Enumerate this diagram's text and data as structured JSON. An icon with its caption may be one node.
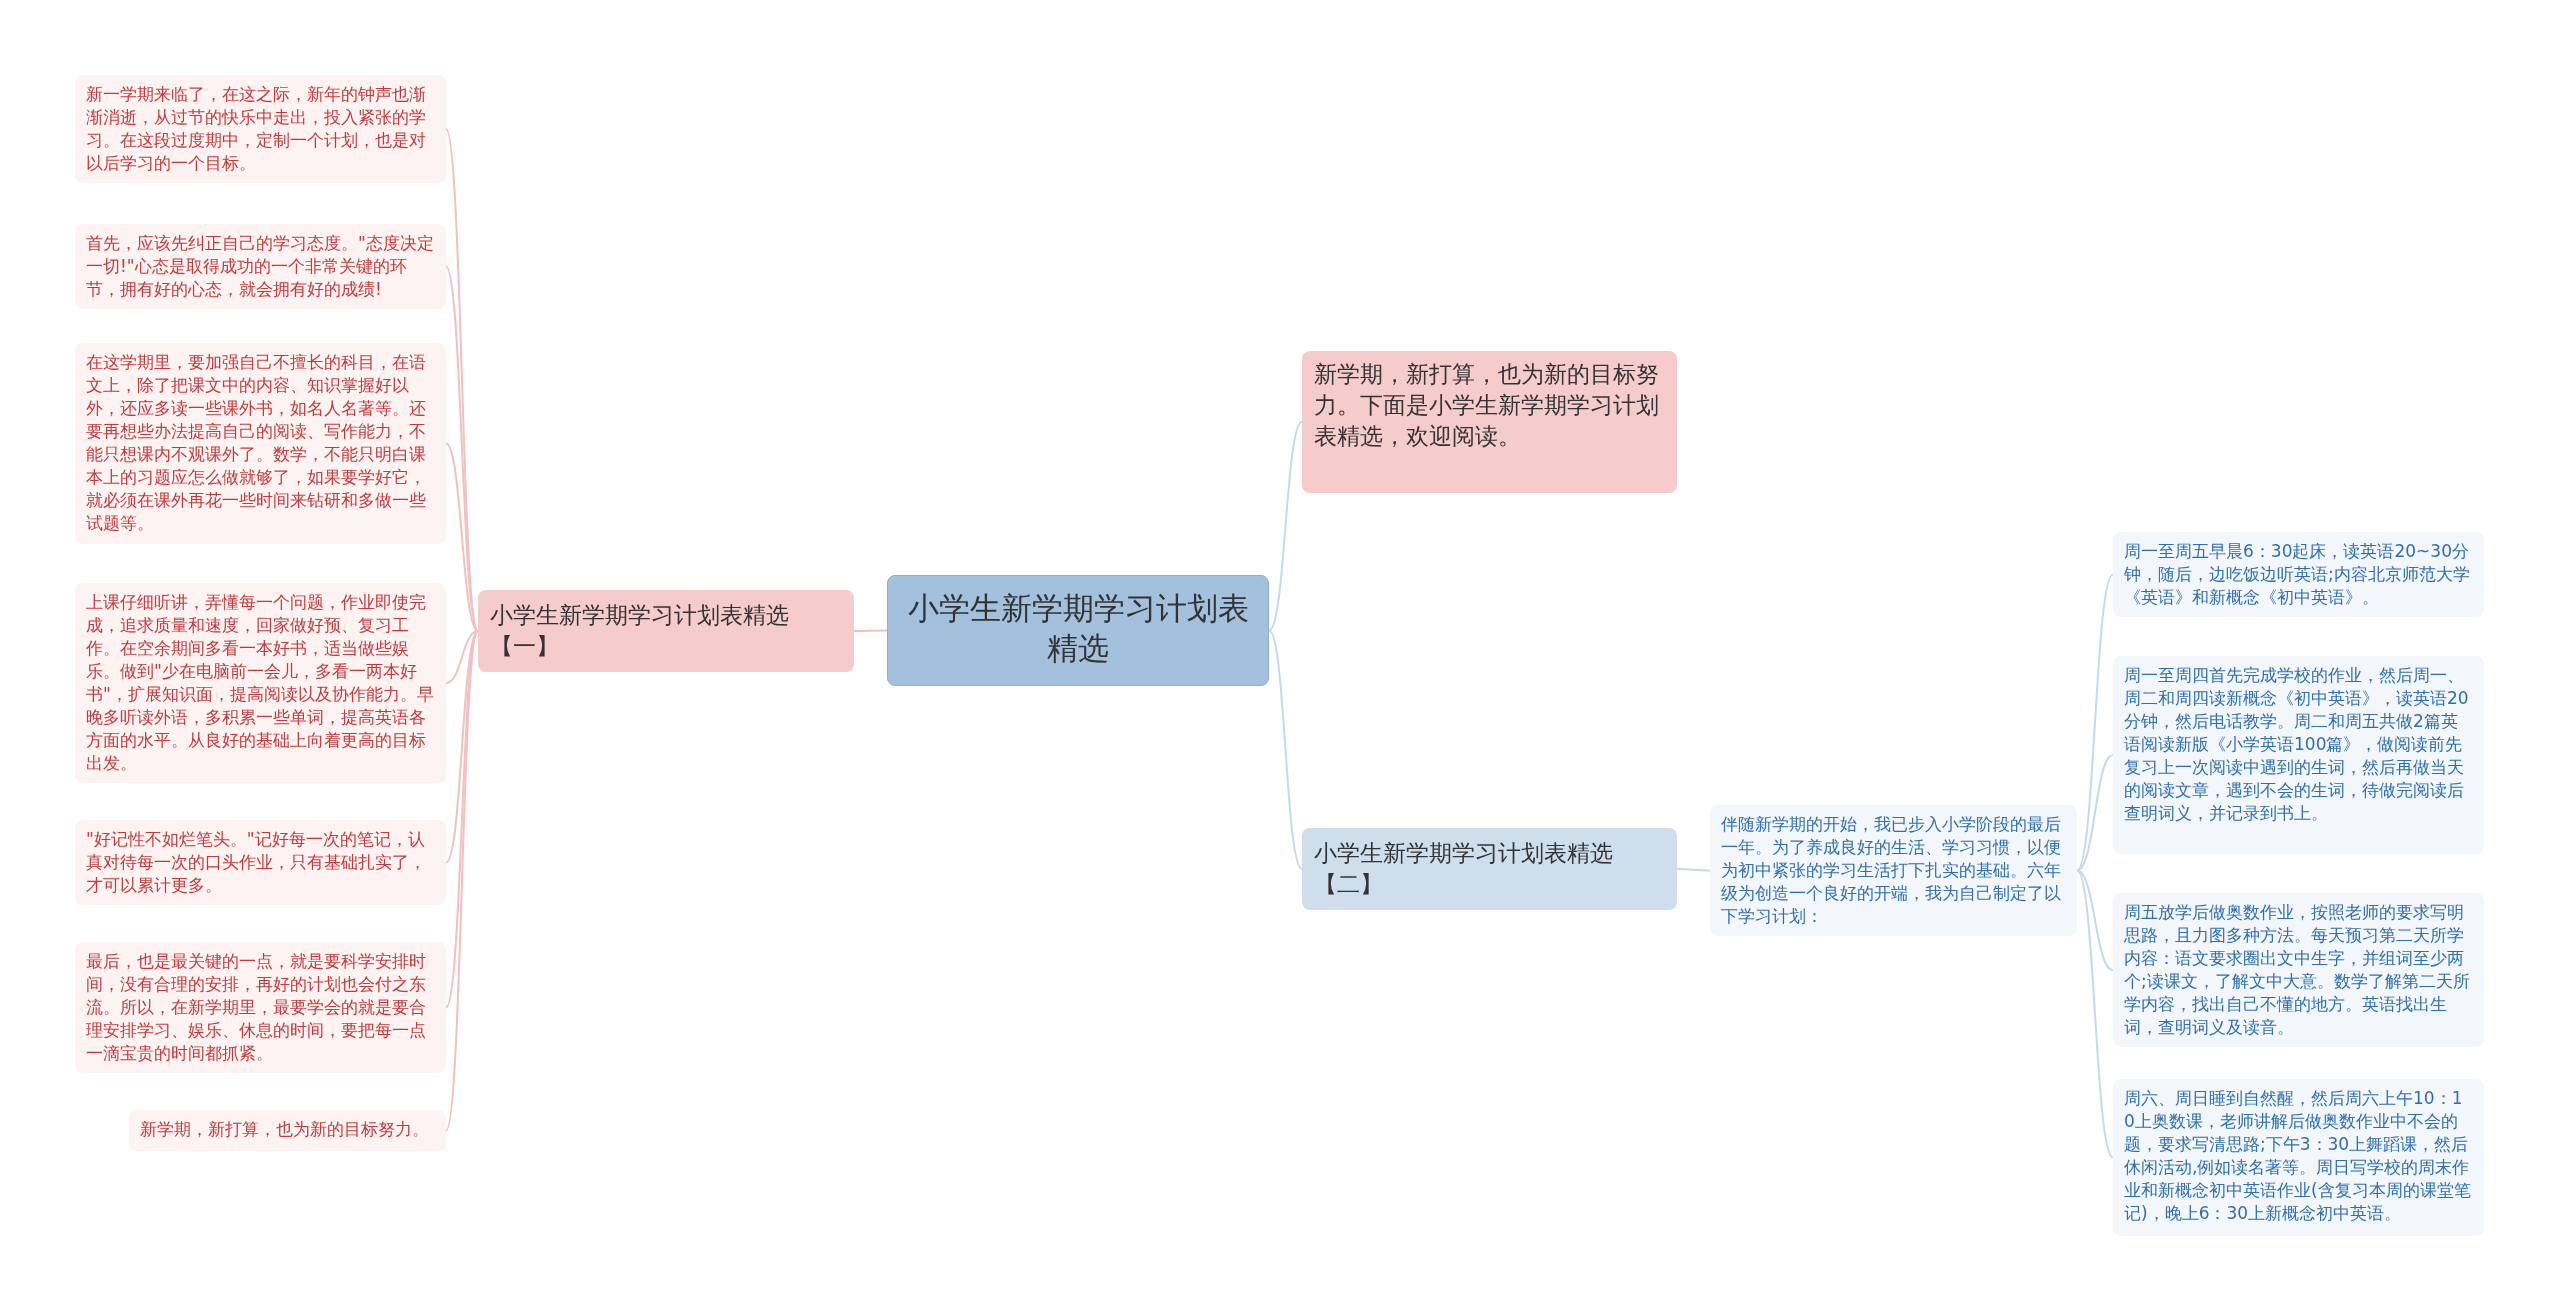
{
  "diagram": {
    "nodes": [
      {
        "text": [
          "小学生新学期学习计划表精选"
        ]
      },
      {
        "text": [
          "小学生新学期学习计划表精选【一】"
        ]
      },
      {
        "text": [
          "新一学期来临了，在这之际，新年的钟声也渐渐消逝，从过节的快乐中走出，投入紧张的学习。在这段过度期中，定制一个计划，也是对以后学习的一个目标。"
        ]
      },
      {
        "text": [
          "首先，应该先纠正自己的学习态度。\"态度决定一切!\"心态是取得成功的一个非常关键的环节，拥有好的心态，就会拥有好的成绩!"
        ]
      },
      {
        "text": [
          "在这学期里，要加强自己不擅长的科目，在语文上，除了把课文中的内容、知识掌握好以外，还应多读一些课外书，如名人名著等。还要再想些办法提高自己的阅读、写作能力，不能只想课内不观课外了。数学，不能只明白课本上的习题应怎么做就够了，如果要学好它，就必须在课外再花一些时间来钻研和多做一些试题等。"
        ]
      },
      {
        "text": [
          "上课仔细听讲，弄懂每一个问题，作业即使完成，追求质量和速度，回家做好预、复习工作。在空余期间多看一本好书，适当做些娱乐。做到\"少在电脑前一会儿，多看一两本好书\"，扩展知识面，提高阅读以及协作能力。早晚多听读外语，多积累一些单词，提高英语各方面的水平。从良好的基础上向着更高的目标出发。"
        ]
      },
      {
        "text": [
          "\"好记性不如烂笔头。\"记好每一次的笔记，认真对待每一次的口头作业，只有基础扎实了，才可以累计更多。"
        ]
      },
      {
        "text": [
          "最后，也是最关键的一点，就是要科学安排时间，没有合理的安排，再好的计划也会付之东流。所以，在新学期里，最要学会的就是要合理安排学习、娱乐、休息的时间，要把每一点一滴宝贵的时间都抓紧。"
        ]
      },
      {
        "text": [
          "新学期，新打算，也为新的目标努力。"
        ]
      },
      {
        "text": [
          "新学期，新打算，也为新的目标努力。下面是小学生新学期学习计划表精选，欢迎阅读。"
        ]
      },
      {
        "text": [
          "小学生新学期学习计划表精选【二】"
        ]
      },
      {
        "text": [
          "伴随新学期的开始，我已步入小学阶段的最后一年。为了养成良好的生活、学习习惯，以便为初中紧张的学习生活打下扎实的基础。六年级为创造一个良好的开端，我为自己制定了以下学习计划："
        ]
      },
      {
        "text": [
          "周一至周五早晨6：30起床，读英语20~30分钟，随后，边吃饭边听英语;内容北京师范大学《英语》和新概念《初中英语》。"
        ]
      },
      {
        "text": [
          "周一至周四首先完成学校的作业，然后周一、周二和周四读新概念《初中英语》，读英语20分钟，然后电话教学。周二和周五共做2篇英语阅读新版《小学英语100篇》，做阅读前先复习上一次阅读中遇到的生词，然后再做当天的阅读文章，遇到不会的生词，待做完阅读后查明词义，并记录到书上。"
        ]
      },
      {
        "text": [
          "周五放学后做奥数作业，按照老师的要求写明思路，且力图多种方法。每天预习第二天所学内容：语文要求圈出文中生字，并组词至少两个;读课文，了解文中大意。数学了解第二天所学内容，找出自己不懂的地方。英语找出生词，查明词义及读音。"
        ]
      },
      {
        "text": [
          "周六、周日睡到自然醒，然后周六上午10：10上奥数课，老师讲解后做奥数作业中不会的题，要求写清思路;下午3：30上舞蹈课，然后休闲活动,例如读名著等。周日写学校的周末作业和新概念初中英语作业(含复习本周的课堂笔记)，晚上6：30上新概念初中英语。"
        ]
      }
    ],
    "edges": [
      {
        "from": 0,
        "to": 1,
        "arrow": "none"
      },
      {
        "from": 1,
        "to": 2,
        "arrow": "none"
      },
      {
        "from": 1,
        "to": 3,
        "arrow": "none"
      },
      {
        "from": 1,
        "to": 4,
        "arrow": "none"
      },
      {
        "from": 1,
        "to": 5,
        "arrow": "none"
      },
      {
        "from": 1,
        "to": 6,
        "arrow": "none"
      },
      {
        "from": 1,
        "to": 7,
        "arrow": "none"
      },
      {
        "from": 1,
        "to": 8,
        "arrow": "none"
      },
      {
        "from": 0,
        "to": 9,
        "arrow": "none"
      },
      {
        "from": 0,
        "to": 10,
        "arrow": "none"
      },
      {
        "from": 10,
        "to": 11,
        "arrow": "none"
      },
      {
        "from": 11,
        "to": 12,
        "arrow": "none"
      },
      {
        "from": 11,
        "to": 13,
        "arrow": "none"
      },
      {
        "from": 11,
        "to": 14,
        "arrow": "none"
      },
      {
        "from": 11,
        "to": 15,
        "arrow": "none"
      }
    ]
  }
}
